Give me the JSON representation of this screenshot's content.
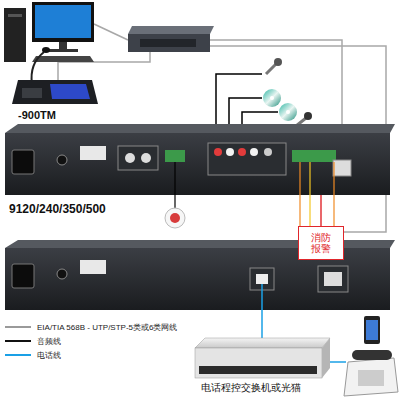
{
  "diagram": {
    "nodes": [
      {
        "text": [
          "-900TM"
        ]
      },
      {
        "text": [
          "9120/240/350/500"
        ]
      },
      {
        "text": [
          "消防 报警"
        ]
      },
      {
        "text": [
          "电话程控交换机或光猫"
        ]
      }
    ],
    "edges": [
      {
        "from": 1,
        "to": 2,
        "arrow": "none"
      }
    ],
    "legend": [
      {
        "text": "EIA/TIA 568B - UTP/STP-5类或6类网线"
      },
      {
        "text": "音频线"
      },
      {
        "text": "电话线"
      }
    ]
  }
}
